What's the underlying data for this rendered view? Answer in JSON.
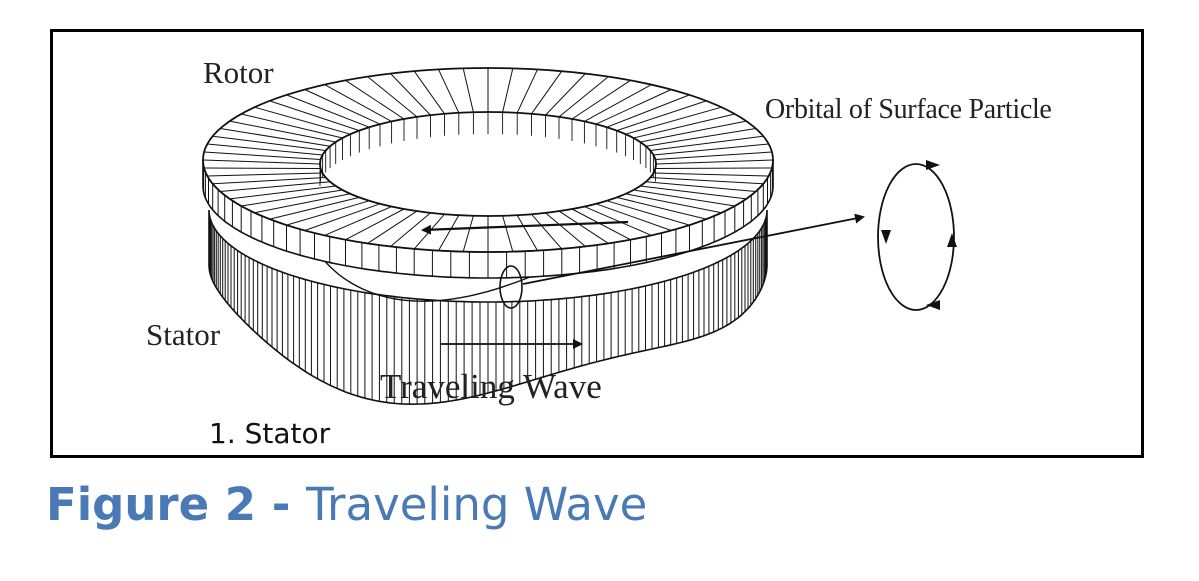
{
  "diagram": {
    "labels": {
      "rotor": "Rotor",
      "orbital": "Orbital of Surface Particle",
      "stator": "Stator",
      "traveling_wave": "Traveling Wave"
    },
    "item": "1. Stator"
  },
  "caption": {
    "number": "Figure 2 - ",
    "text": "Traveling Wave",
    "color": "#4a7ab5"
  },
  "colors": {
    "line": "#111111",
    "frame": "#000000"
  }
}
